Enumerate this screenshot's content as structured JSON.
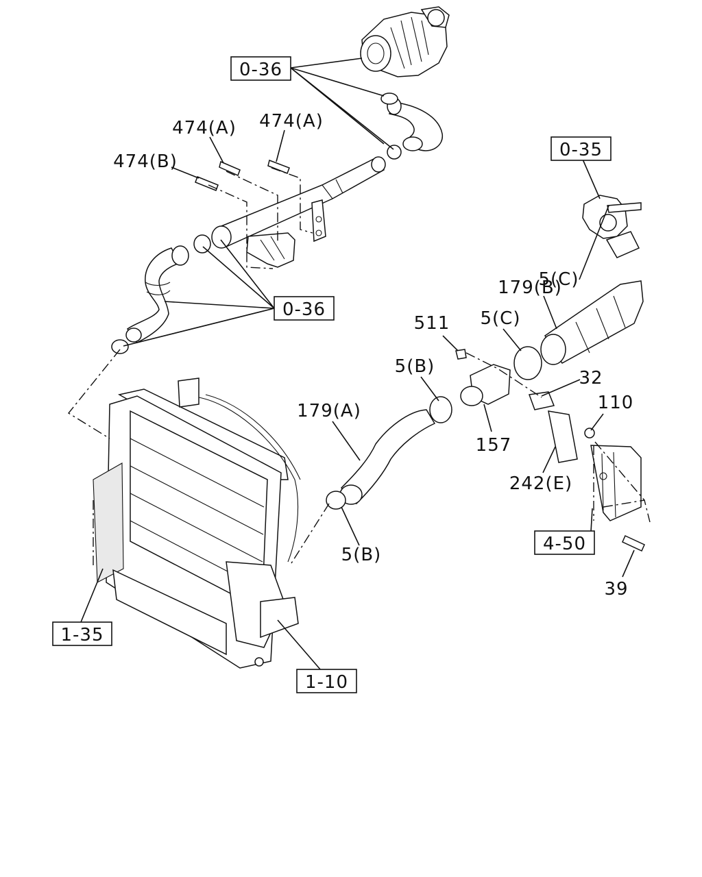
{
  "reference_boxes": {
    "ref_top": "0-36",
    "ref_mid": "0-36",
    "ref_right": "0-35",
    "ref_bracket": "4-50",
    "ref_radiator": "1-35",
    "ref_mount": "1-10"
  },
  "part_labels": {
    "bolt_a1": "474(A)",
    "bolt_a2": "474(A)",
    "bolt_b": "474(B)",
    "clamp_c_top": "5(C)",
    "hose_b": "179(B)",
    "nut_511": "511",
    "clamp_c_mid": "5(C)",
    "clamp_b_upper": "5(B)",
    "sensor_32": "32",
    "hose_a": "179(A)",
    "nut_110": "110",
    "pipe_157": "157",
    "bracket_e": "242(E)",
    "clamp_b_lower": "5(B)",
    "bolt_39": "39"
  }
}
